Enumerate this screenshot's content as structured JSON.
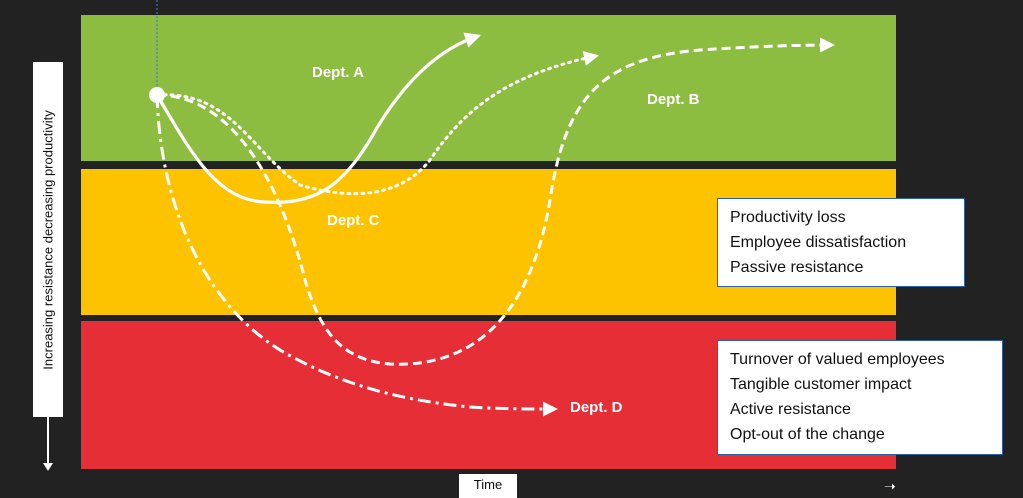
{
  "colors": {
    "green": "#8dbd40",
    "yellow": "#fdc300",
    "red": "#e62e36",
    "background": "#222222"
  },
  "axes": {
    "y_label": "Increasing resistance decreasing productivity",
    "x_label": "Time"
  },
  "departments": {
    "a": "Dept. A",
    "b": "Dept. B",
    "c": "Dept. C",
    "d": "Dept. D"
  },
  "yellow_zone": {
    "items": [
      "Productivity loss",
      "Employee dissatisfaction",
      "Passive resistance"
    ]
  },
  "red_zone": {
    "items": [
      "Turnover of valued employees",
      "Tangible customer impact",
      "Active resistance",
      "Opt-out of the change"
    ]
  }
}
